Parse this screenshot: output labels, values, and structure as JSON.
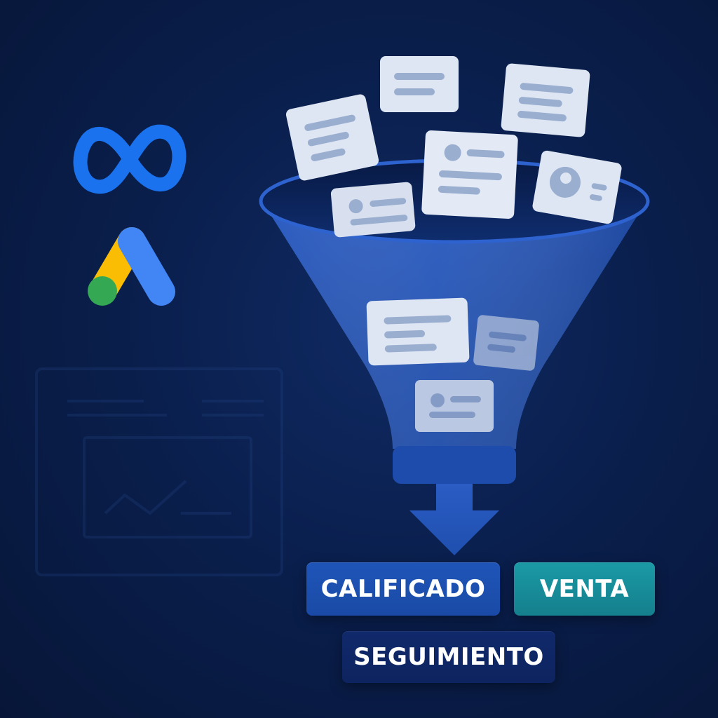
{
  "brand_colors": {
    "background": "#0a1f4d",
    "funnel": "#1d4ba8",
    "meta_blue": "#1877f2",
    "google_blue": "#4285f4",
    "google_yellow": "#fbbc04",
    "google_green": "#34a853",
    "card": "#dfe6f3",
    "card_line": "#9aaed0"
  },
  "icons": {
    "meta": "meta-infinity-logo-icon",
    "google_ads": "google-ads-logo-icon",
    "dashboard": "analytics-dashboard-icon",
    "arrow": "arrow-down-icon"
  },
  "labels": {
    "calificado": "CALIFICADO",
    "venta": "VENTA",
    "seguimiento": "SEGUIMIENTO"
  }
}
